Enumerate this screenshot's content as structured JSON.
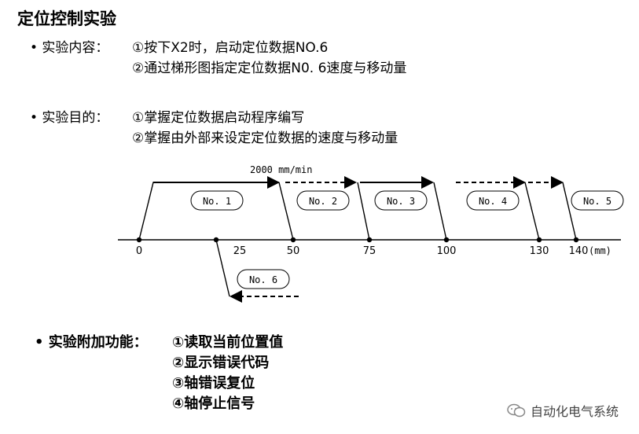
{
  "title": "定位控制实验",
  "content": {
    "label": "• 实验内容：",
    "line1": "①按下X2时，启动定位数据NO.6",
    "line2": "②通过梯形图指定定位数据N0. 6速度与移动量"
  },
  "purpose": {
    "label": "• 实验目的：",
    "line1": "①掌握定位数据启动程序编写",
    "line2": "②掌握由外部来设定定位数据的速度与移动量"
  },
  "diagram": {
    "speed_label": "2000 mm/min",
    "unit": "(mm)",
    "ticks": [
      "0",
      "25",
      "50",
      "75",
      "100",
      "130",
      "140"
    ],
    "tick_values": [
      0,
      25,
      50,
      75,
      100,
      130,
      140
    ],
    "positions": [
      "No. 1",
      "No. 2",
      "No. 3",
      "No. 4",
      "No. 5",
      "No. 6"
    ]
  },
  "extra": {
    "label": "• 实验附加功能：",
    "items": [
      "①读取当前位置值",
      "②显示错误代码",
      "③轴错误复位",
      "④轴停止信号"
    ]
  },
  "watermark": "自动化电气系统"
}
